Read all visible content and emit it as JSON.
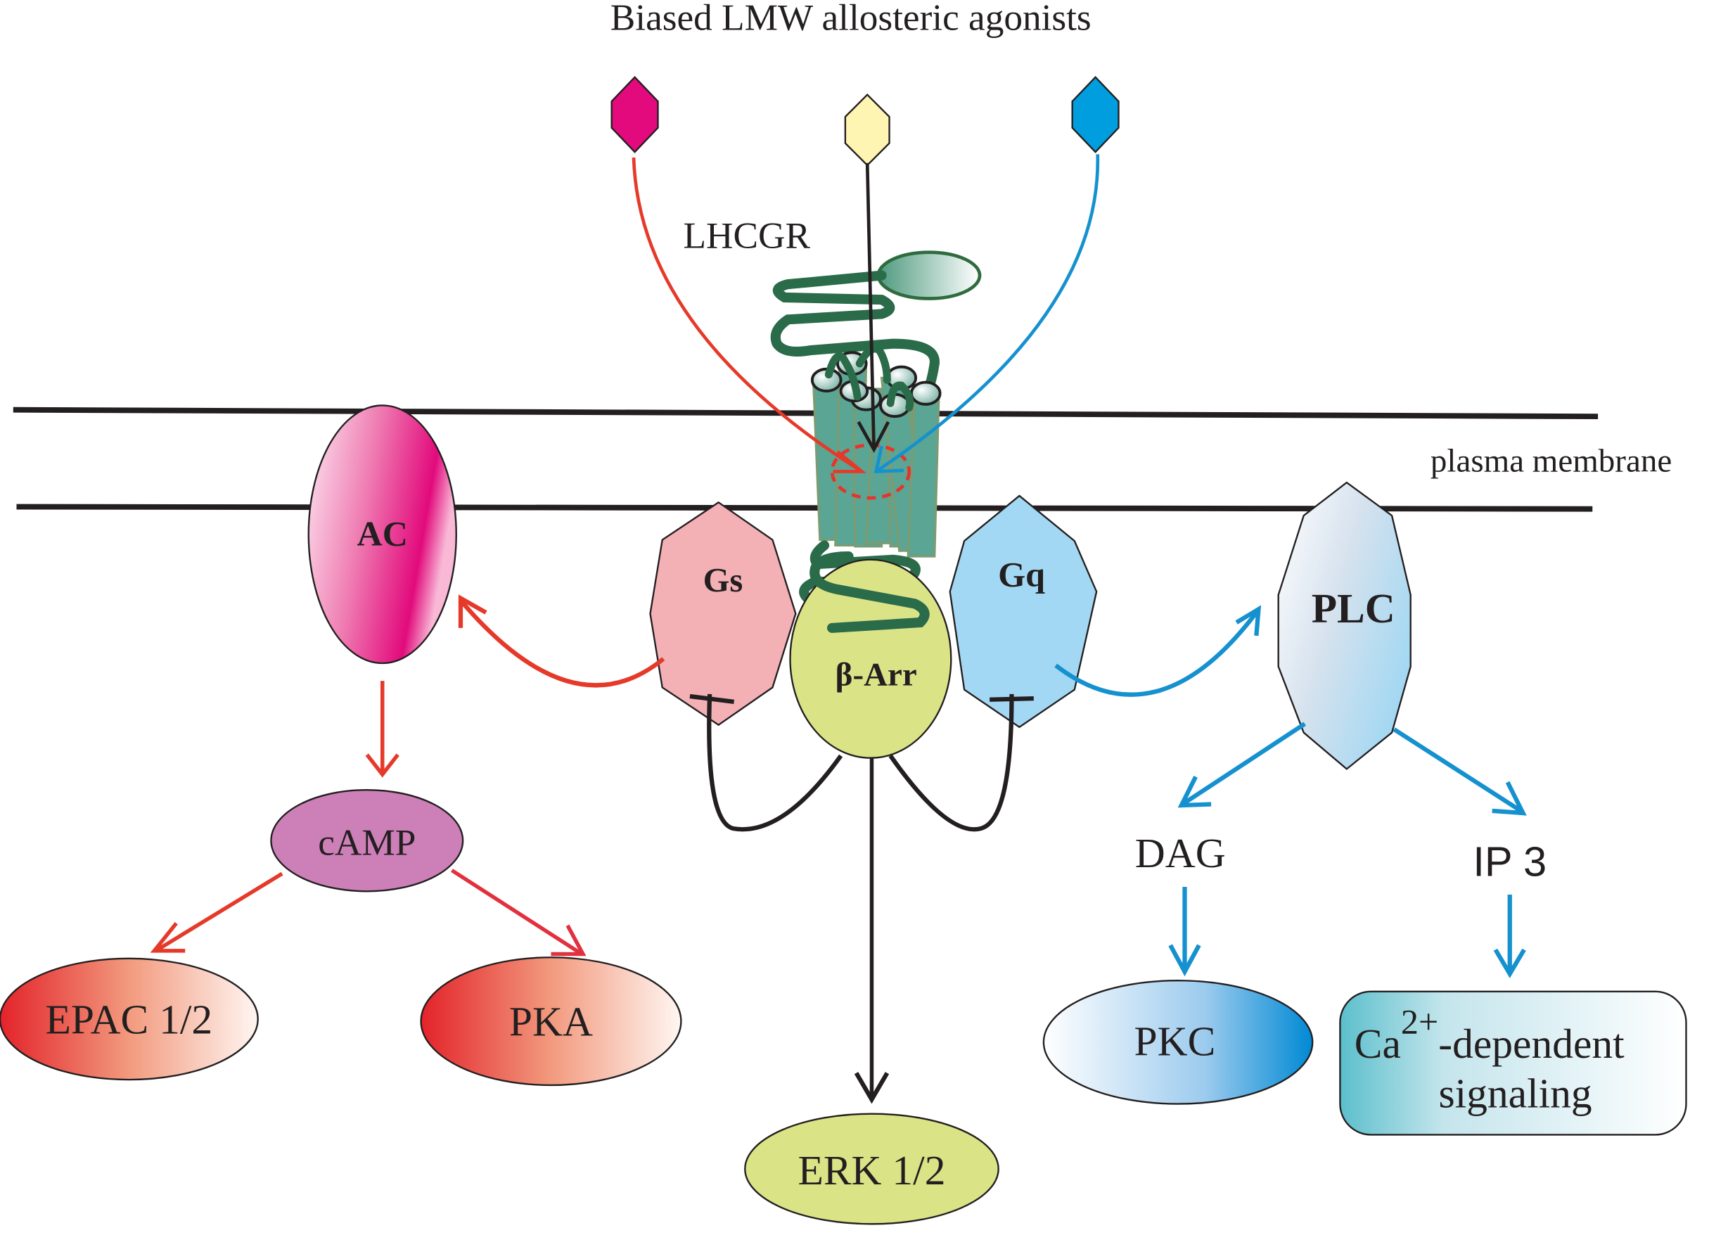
{
  "title": "Biased LMW allosteric agonists",
  "receptor_label": "LHCGR",
  "membrane_label": "plasma membrane",
  "colors": {
    "ligand_magenta": "#e20a7c",
    "ligand_yellow": "#fff5b3",
    "ligand_blue": "#009ddf",
    "gs_pathway": "#e53a2a",
    "gq_pathway": "#1591cf",
    "arrestin_pathway": "#231f20",
    "receptor_green": "#2a6b49",
    "helix_teal": "#5aa593"
  },
  "ligands": [
    {
      "name": "magenta-ligand",
      "color": "#e20a7c",
      "pathway": "Gs"
    },
    {
      "name": "yellow-ligand",
      "color": "#fff5b3",
      "pathway": "β-Arr"
    },
    {
      "name": "blue-ligand",
      "color": "#009ddf",
      "pathway": "Gq"
    }
  ],
  "nodes": {
    "ac": "AC",
    "gs": "Gs",
    "gq": "Gq",
    "barr": "β-Arr",
    "plc": "PLC",
    "camp": "cAMP",
    "epac": "EPAC 1/2",
    "pka": "PKA",
    "erk": "ERK 1/2",
    "dag": "DAG",
    "ip3": "IP 3",
    "pkc": "PKC",
    "ca_base": "Ca",
    "ca_sup": "2+",
    "ca_rest": "-dependent",
    "ca_line2": "signaling"
  },
  "edges": [
    {
      "from": "magenta-ligand",
      "to": "LHCGR",
      "type": "activation"
    },
    {
      "from": "yellow-ligand",
      "to": "LHCGR",
      "type": "activation"
    },
    {
      "from": "blue-ligand",
      "to": "LHCGR",
      "type": "activation"
    },
    {
      "from": "Gs",
      "to": "AC",
      "type": "activation"
    },
    {
      "from": "AC",
      "to": "cAMP",
      "type": "activation"
    },
    {
      "from": "cAMP",
      "to": "EPAC 1/2",
      "type": "activation"
    },
    {
      "from": "cAMP",
      "to": "PKA",
      "type": "activation"
    },
    {
      "from": "Gq",
      "to": "PLC",
      "type": "activation"
    },
    {
      "from": "PLC",
      "to": "DAG",
      "type": "activation"
    },
    {
      "from": "PLC",
      "to": "IP 3",
      "type": "activation"
    },
    {
      "from": "DAG",
      "to": "PKC",
      "type": "activation"
    },
    {
      "from": "IP 3",
      "to": "Ca2+-dependent signaling",
      "type": "activation"
    },
    {
      "from": "β-Arr",
      "to": "ERK 1/2",
      "type": "activation"
    },
    {
      "from": "β-Arr",
      "to": "Gs",
      "type": "inhibition"
    },
    {
      "from": "β-Arr",
      "to": "Gq",
      "type": "inhibition"
    }
  ]
}
